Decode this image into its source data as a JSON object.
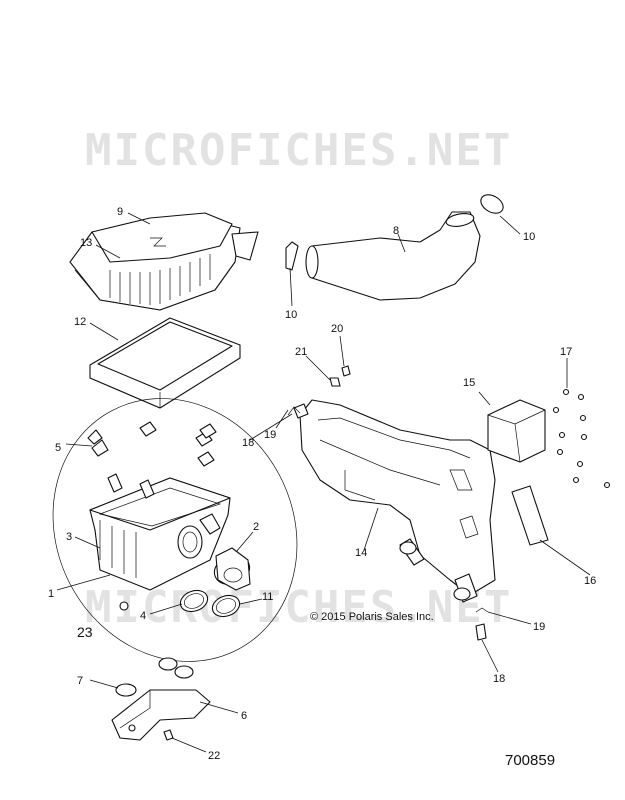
{
  "watermark_top": "MICROFICHES.NET",
  "watermark_bottom": "MICROFICHES.NET",
  "copyright": "© 2015 Polaris Sales Inc.",
  "drawing_number": "700859",
  "callouts": {
    "c1": "1",
    "c2": "2",
    "c3": "3",
    "c4": "4",
    "c5": "5",
    "c6": "6",
    "c7": "7",
    "c8": "8",
    "c9": "9",
    "c10a": "10",
    "c10b": "10",
    "c11": "11",
    "c12": "12",
    "c13": "13",
    "c14": "14",
    "c15": "15",
    "c16": "16",
    "c17": "17",
    "c18a": "18",
    "c18b": "18",
    "c19a": "19",
    "c19b": "19",
    "c20": "20",
    "c21": "21",
    "c22": "22",
    "c23": "23"
  }
}
